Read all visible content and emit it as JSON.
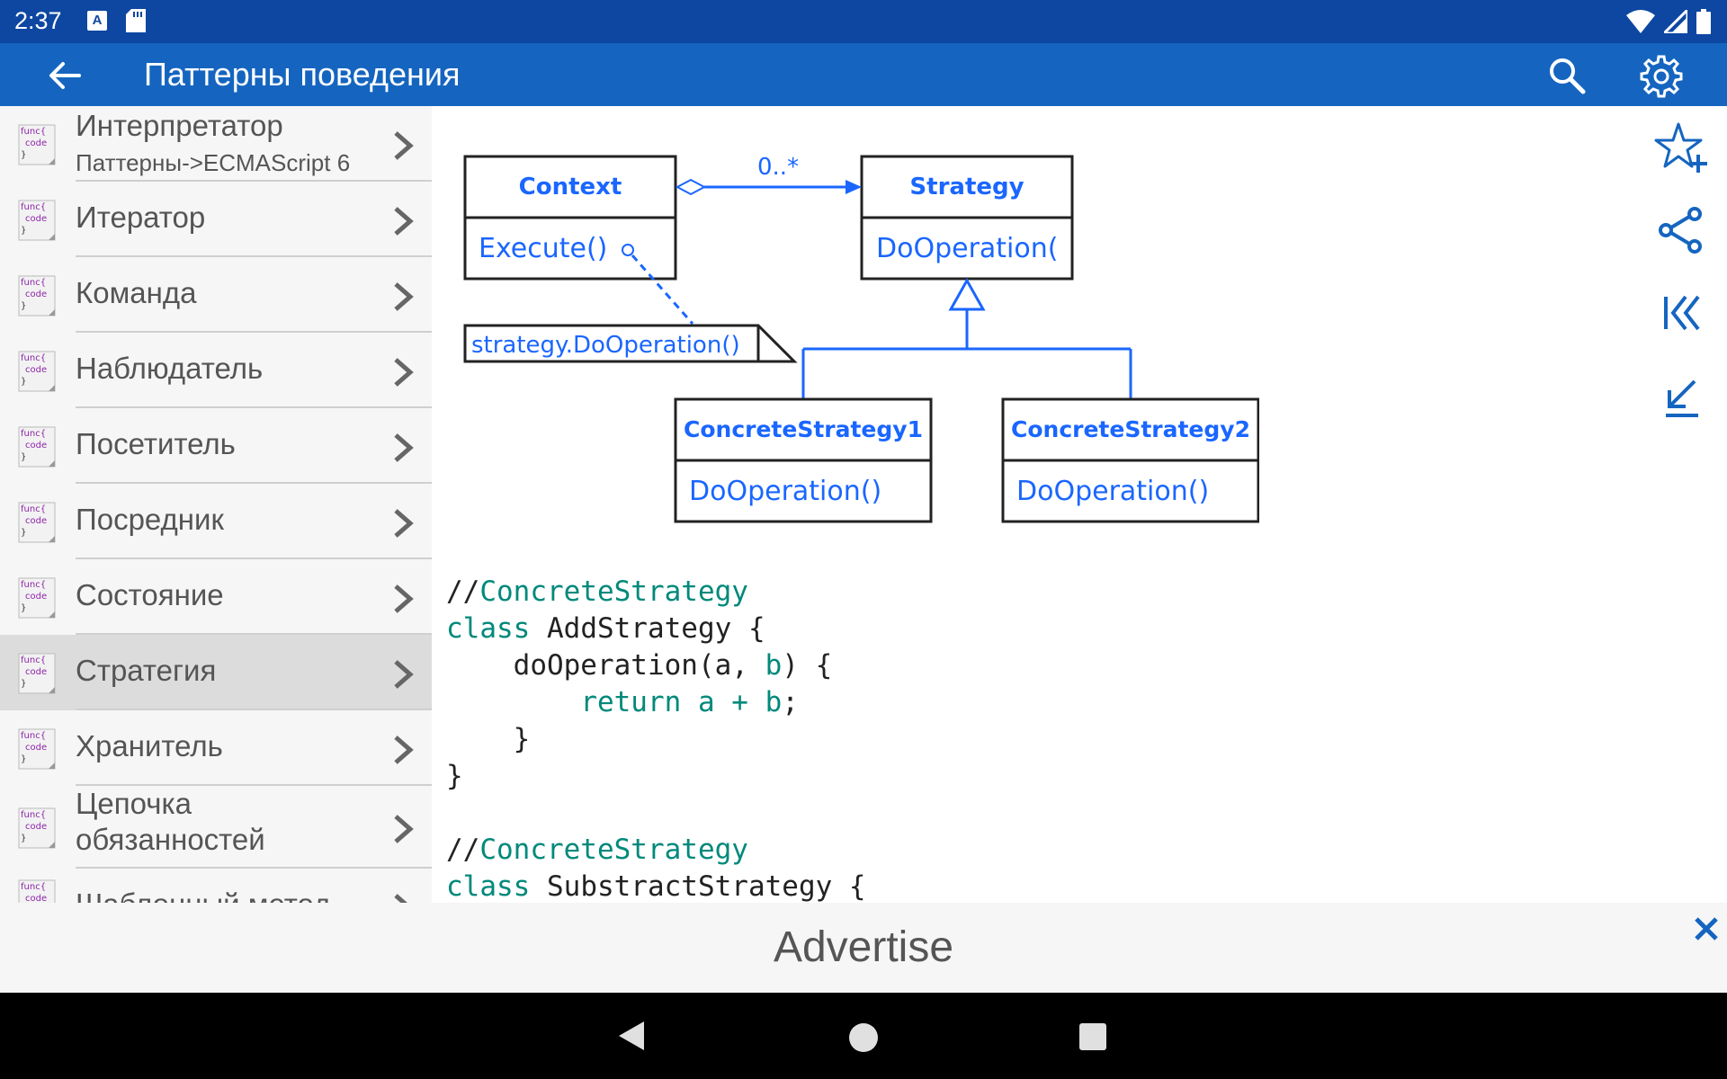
{
  "status": {
    "time": "2:37",
    "a_badge": "A"
  },
  "app_bar": {
    "title": "Паттерны поведения"
  },
  "sidebar": {
    "icon_text": [
      "func{",
      "code",
      "}"
    ],
    "items": [
      {
        "label": "Интерпретатор",
        "sub": "Паттерны->ECMAScript 6"
      },
      {
        "label": "Итератор"
      },
      {
        "label": "Команда"
      },
      {
        "label": "Наблюдатель"
      },
      {
        "label": "Посетитель"
      },
      {
        "label": "Посредник"
      },
      {
        "label": "Состояние"
      },
      {
        "label": "Стратегия",
        "selected": true
      },
      {
        "label": "Хранитель"
      },
      {
        "label_line1": "Цепочка",
        "label_line2": "обязанностей"
      },
      {
        "label": "Шаблонный метод"
      }
    ]
  },
  "diagram": {
    "context_title": "Context",
    "context_method": "Execute()",
    "multiplicity": "0..*",
    "strategy_title": "Strategy",
    "strategy_method": "DoOperation(",
    "note": "strategy.DoOperation()",
    "cs1_title": "ConcreteStrategy1",
    "cs1_method": "DoOperation()",
    "cs2_title": "ConcreteStrategy2",
    "cs2_method": "DoOperation()"
  },
  "code": {
    "c1_slashes": "//",
    "c1_text": "ConcreteStrategy",
    "l2_kw": "class",
    "l2_rest": " AddStrategy {",
    "l3_a": "    doOperation(a, ",
    "l3_b": "b",
    "l3_c": ") {",
    "l4_indent": "        ",
    "l4_kw": "return a + b",
    "l4_end": ";",
    "l5": "    }",
    "l6": "}",
    "c2_slashes": "//",
    "c2_text": "ConcreteStrategy",
    "l9_kw": "class",
    "l9_rest": " SubstractStrategy {"
  },
  "ad": {
    "text": "Advertise"
  },
  "colors": {
    "status_bar": "#0d47a1",
    "app_bar": "#1565c0",
    "accent": "#1565c0",
    "diagram_blue": "#1a66ff",
    "code_keyword": "#00897b"
  }
}
